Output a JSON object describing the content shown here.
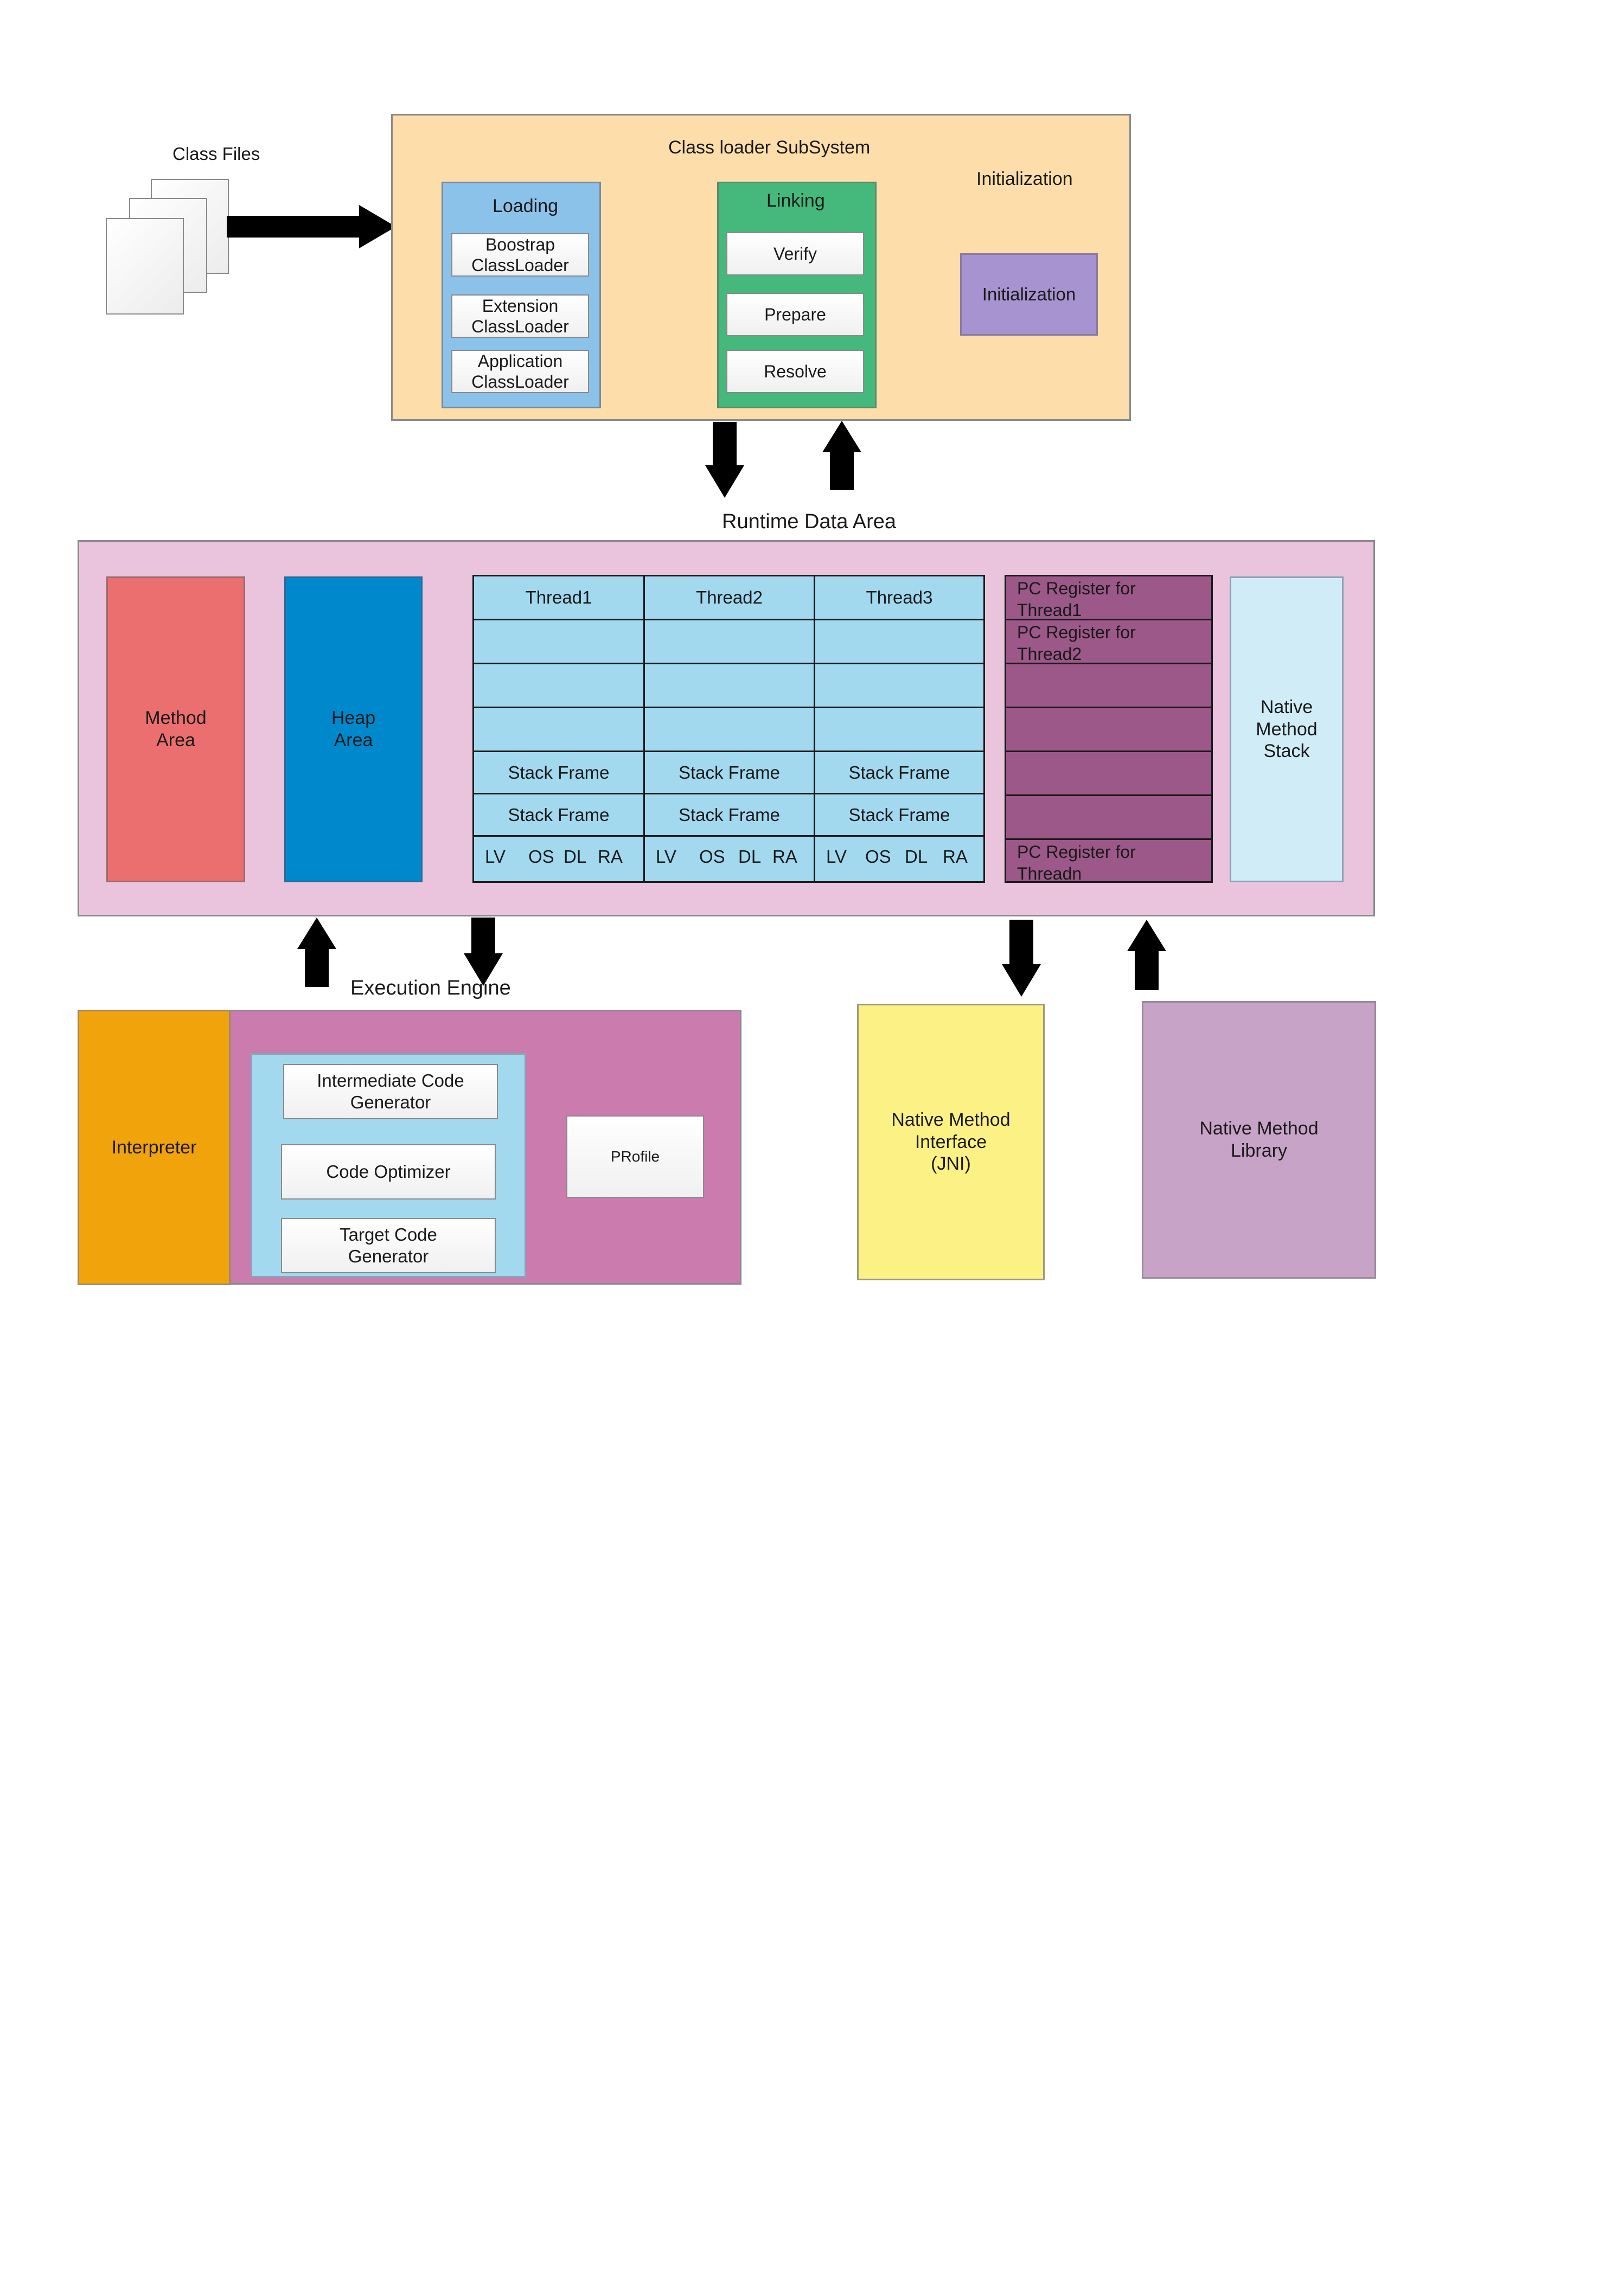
{
  "class_files": {
    "label": "Class Files"
  },
  "class_loader": {
    "title": "Class loader SubSystem",
    "loading": {
      "title": "Loading",
      "items": [
        "Boostrap\nClassLoader",
        "Extension\nClassLoader",
        "Application\nClassLoader"
      ]
    },
    "linking": {
      "title": "Linking",
      "items": [
        "Verify",
        "Prepare",
        "Resolve"
      ]
    },
    "initialization": {
      "title": "Initialization",
      "box_label": "Initialization"
    }
  },
  "runtime_data_area": {
    "title": "Runtime Data Area",
    "method_area": "Method\nArea",
    "heap_area": "Heap\nArea",
    "threads": [
      "Thread1",
      "Thread2",
      "Thread3"
    ],
    "stack_frame_label": "Stack Frame",
    "frame_fields": [
      "LV",
      "OS",
      "DL",
      "RA"
    ],
    "pc_registers": [
      "PC Register for\nThread1",
      "PC Register for\nThread2",
      "PC Register for\nThreadn"
    ],
    "native_method_stack": "Native\nMethod\nStack"
  },
  "execution_engine": {
    "title": "Execution Engine",
    "interpreter": "Interpreter",
    "jit_items": [
      "Intermediate Code\nGenerator",
      "Code Optimizer",
      "Target Code\nGenerator"
    ],
    "profiler": "PRofile"
  },
  "native_method_interface": "Native  Method\nInterface\n(JNI)",
  "native_method_library": "Native Method\nLibrary",
  "colors": {
    "class_loader_bg": "#fddeab",
    "loading_bg": "#8ac2ea",
    "linking_bg": "#45b97c",
    "initialization_bg": "#a793d0",
    "runtime_area_bg": "#eac4dd",
    "method_area_bg": "#ec6f70",
    "heap_area_bg": "#0088cc",
    "thread_cell_bg": "#a2d9ef",
    "pc_register_bg": "#9b5889",
    "native_stack_bg": "#d0ecf7",
    "execution_engine_bg": "#cb7bae",
    "interpreter_bg": "#f0a30a",
    "jni_bg": "#fcf184",
    "native_library_bg": "#c8a3c8"
  }
}
